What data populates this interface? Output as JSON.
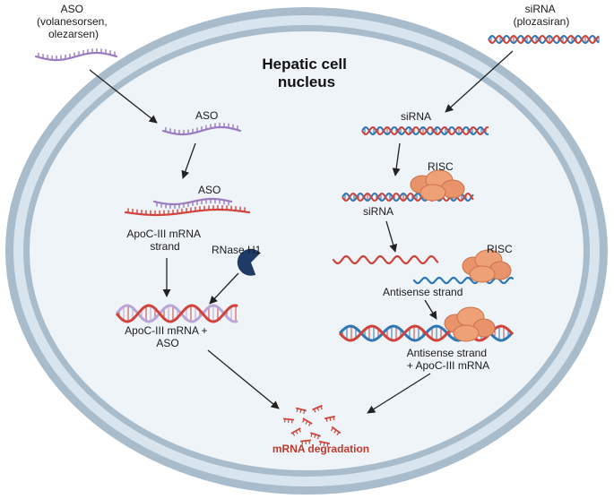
{
  "title": [
    "Hepatic cell",
    "nucleus"
  ],
  "aso_source": [
    "ASO",
    "(volanesorsen,",
    "olezarsen)"
  ],
  "sirna_source": [
    "siRNA",
    "(plozasiran)"
  ],
  "aso_label_1": "ASO",
  "aso_label_2": "ASO",
  "apoc_strand": [
    "ApoC-III mRNA",
    "strand"
  ],
  "rnase": "RNase H1",
  "apoc_aso": [
    "ApoC-III mRNA +",
    "ASO"
  ],
  "sirna_label_1": "siRNA",
  "risc_1": "RISC",
  "sirna_label_2": "siRNA",
  "risc_2": "RISC",
  "antisense": "Antisense strand",
  "antisense_apoc": [
    "Antisense strand",
    "+ ApoC-III mRNA"
  ],
  "degradation": "mRNA degradation",
  "colors": {
    "membrane_outer": "#a9bccb",
    "membrane_gap": "#d8e5ef",
    "nucleus_fill": "#eff4f9",
    "aso_purple": "#9b7bbf",
    "mrna_red": "#d0433b",
    "sirna_blue": "#2f77b3",
    "risc_orange": "#e9936a",
    "rnase_navy": "#1f3a67",
    "degradation_red": "#c0392b"
  }
}
